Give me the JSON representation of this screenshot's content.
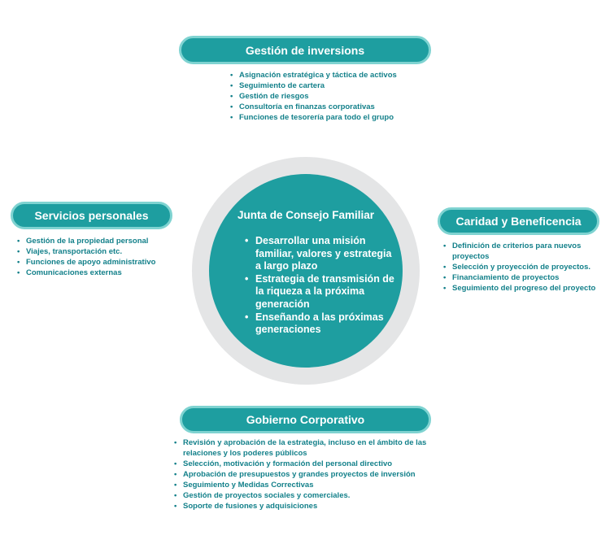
{
  "center": {
    "title": "Junta de Consejo Familiar",
    "items": [
      "Desarrollar una misión familiar, valores y estrategia a largo plazo",
      "Estrategia de transmisión de la riqueza a la próxima generación",
      "Enseñando a las próximas generaciones"
    ]
  },
  "top": {
    "title": "Gestión de inversions",
    "items": [
      "Asignación estratégica y táctica de activos",
      "Seguimiento de cartera",
      "Gestión de riesgos",
      "Consultoría en finanzas corporativas",
      "Funciones de tesorería para todo el grupo"
    ]
  },
  "left": {
    "title": "Servicios personales",
    "items": [
      "Gestión de la propiedad personal",
      "Viajes, transportación etc.",
      "Funciones de apoyo administrativo",
      "Comunicaciones externas"
    ]
  },
  "right": {
    "title": "Caridad y Beneficencia",
    "items": [
      "Definición de criterios para nuevos proyectos",
      "Selección y proyección de proyectos.",
      "Financiamiento de proyectos",
      "Seguimiento del progreso del proyecto"
    ]
  },
  "bottom": {
    "title": "Gobierno Corporativo",
    "items": [
      "Revisión y aprobación de la estrategia, incluso en el ámbito de las relaciones y los poderes públicos",
      "Selección, motivación y formación del personal directivo",
      "Aprobación de presupuestos y grandes proyectos de inversión",
      "Seguimiento y Medidas Correctivas",
      "Gestión de proyectos sociales y comerciales.",
      "Soporte de fusiones y adquisiciones"
    ]
  },
  "colors": {
    "teal": "#1e9ea0",
    "teal_border": "#7fd3d1",
    "text_teal": "#13808a",
    "ring_gray": "#e4e5e6"
  }
}
